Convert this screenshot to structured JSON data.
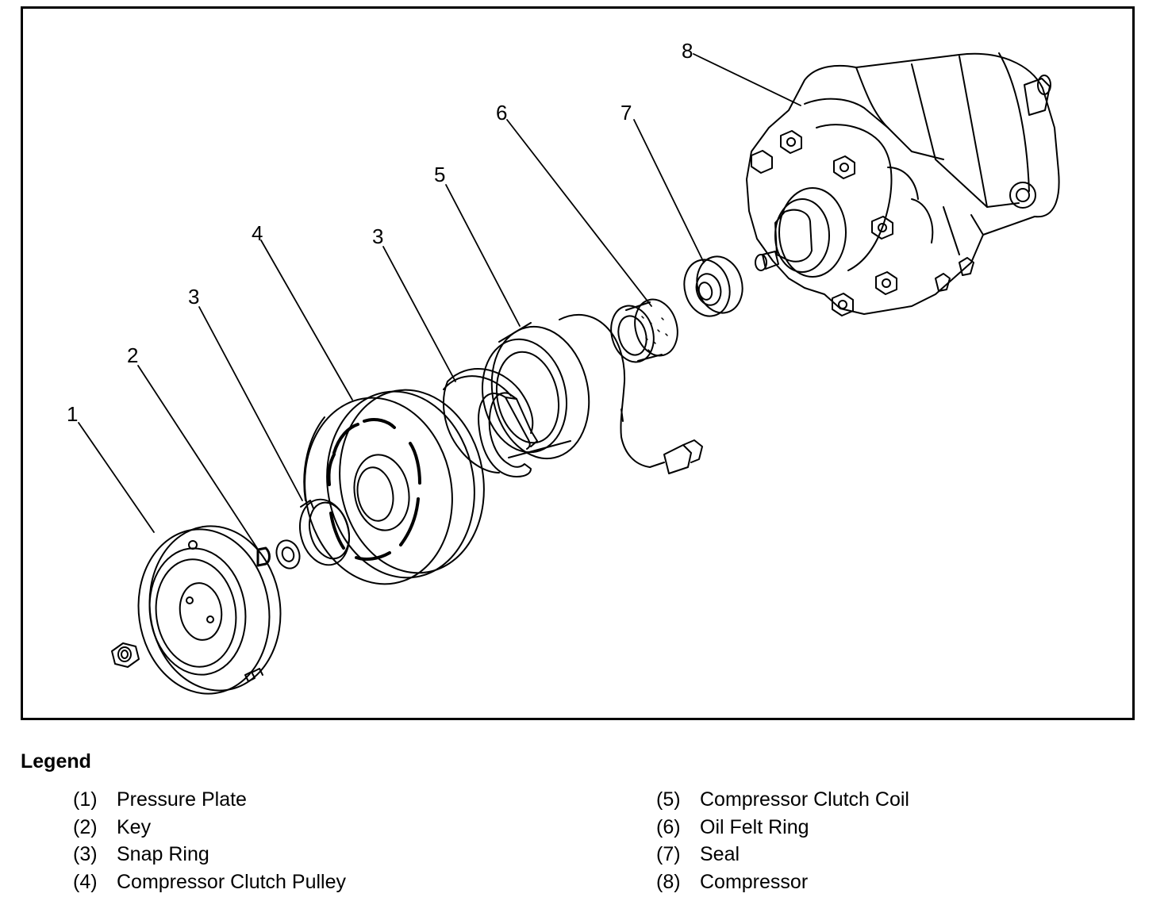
{
  "callouts": [
    "8",
    "6",
    "7",
    "5",
    "4",
    "3",
    "3",
    "2",
    "1"
  ],
  "legend": {
    "title": "Legend",
    "left": [
      {
        "num": "(1)",
        "label": "Pressure Plate"
      },
      {
        "num": "(2)",
        "label": "Key"
      },
      {
        "num": "(3)",
        "label": "Snap Ring"
      },
      {
        "num": "(4)",
        "label": "Compressor Clutch Pulley"
      }
    ],
    "right": [
      {
        "num": "(5)",
        "label": "Compressor Clutch Coil"
      },
      {
        "num": "(6)",
        "label": "Oil Felt Ring"
      },
      {
        "num": "(7)",
        "label": "Seal"
      },
      {
        "num": "(8)",
        "label": "Compressor"
      }
    ]
  }
}
